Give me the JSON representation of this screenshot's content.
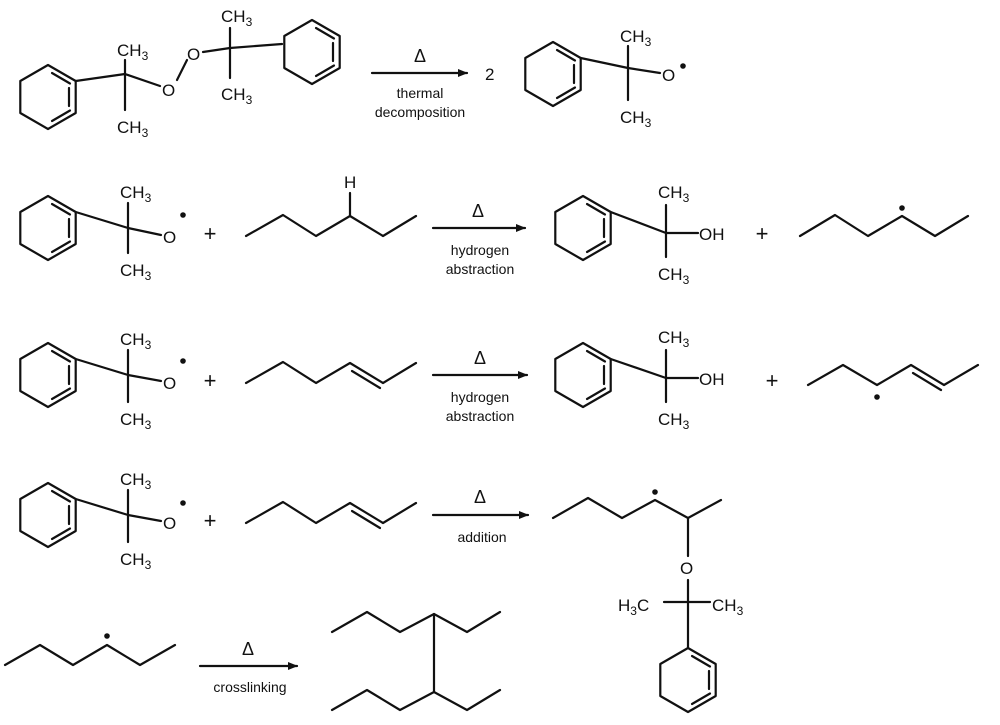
{
  "labels": {
    "ch3": "CH",
    "three": "3",
    "oxygen": "O",
    "hydroxyl": "OH",
    "hydrogen": "H",
    "h3c_h": "H",
    "h3c_c": "C",
    "plus": "+",
    "coefficient": "2",
    "delta": "Δ"
  },
  "conditions": {
    "r1_line1": "thermal",
    "r1_line2": "decomposition",
    "r2_line1": "hydrogen",
    "r2_line2": "abstraction",
    "r3_line1": "hydrogen",
    "r3_line2": "abstraction",
    "r4_line1": "addition",
    "r5_line1": "crosslinking"
  },
  "reactions": [
    {
      "name": "thermal decomposition",
      "reactants": [
        "dicumyl peroxide"
      ],
      "products": [
        "2 cumyloxy radical"
      ]
    },
    {
      "name": "hydrogen abstraction",
      "reactants": [
        "cumyloxy radical",
        "alkane"
      ],
      "products": [
        "cumyl alcohol",
        "alkyl radical"
      ]
    },
    {
      "name": "hydrogen abstraction",
      "reactants": [
        "cumyloxy radical",
        "alkene"
      ],
      "products": [
        "cumyl alcohol",
        "allylic radical"
      ]
    },
    {
      "name": "addition",
      "reactants": [
        "cumyloxy radical",
        "alkene"
      ],
      "products": [
        "adduct radical"
      ]
    },
    {
      "name": "crosslinking",
      "reactants": [
        "alkyl radical"
      ],
      "products": [
        "crosslinked chains"
      ]
    }
  ]
}
